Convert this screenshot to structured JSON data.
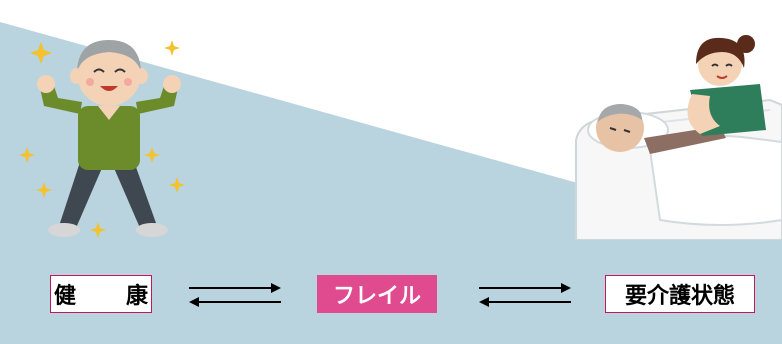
{
  "stages": {
    "healthy": "健　康",
    "frailty": "フレイル",
    "care_needed": "要介護状態"
  },
  "colors": {
    "background_triangle": "#b9d3df",
    "frailty_fill": "#e04b8f",
    "label_border": "#c2185b"
  },
  "icons": {
    "healthy_person": "energetic-elderly-man-icon",
    "care_scene": "caregiver-with-bedridden-elder-icon",
    "arrow": "bidirectional-arrow-icon"
  }
}
